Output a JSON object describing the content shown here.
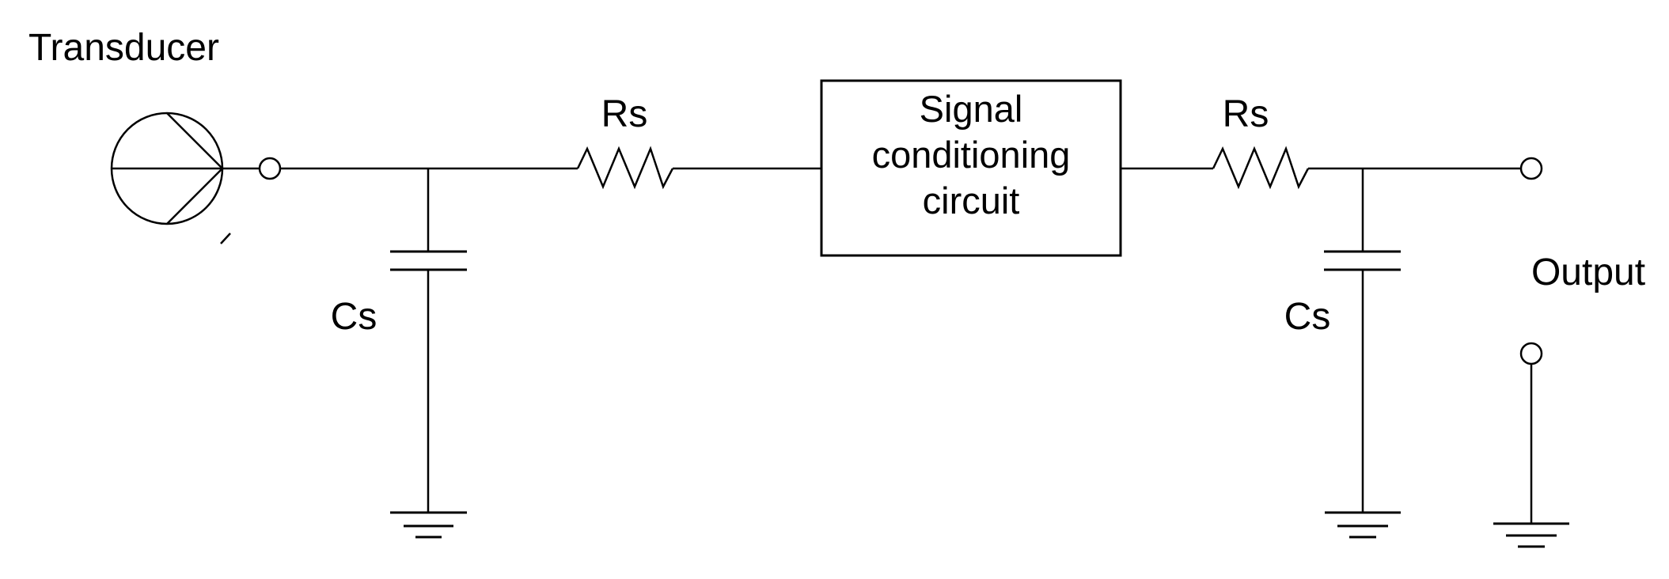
{
  "diagram": {
    "kind": "circuit-schematic",
    "colors": {
      "background": "#ffffff",
      "line": "#000000",
      "text": "#000000"
    },
    "labels": {
      "transducer": "Transducer",
      "resistor_left": "Rs",
      "resistor_right": "Rs",
      "capacitor_left": "Cs",
      "capacitor_right": "Cs",
      "output": "Output"
    },
    "signal_box": {
      "line1": "Signal",
      "line2": "conditioning",
      "line3": "circuit",
      "full_text": "Signal conditioning circuit"
    },
    "components": [
      {
        "type": "transducer-source-symbol",
        "label": "Transducer"
      },
      {
        "type": "open-terminal-node",
        "location": "transducer-output"
      },
      {
        "type": "series-resistor",
        "label": "Rs",
        "position": "before-signal-conditioning"
      },
      {
        "type": "shunt-capacitor-to-ground",
        "label": "Cs",
        "position": "before-signal-conditioning"
      },
      {
        "type": "block",
        "label": "Signal conditioning circuit"
      },
      {
        "type": "series-resistor",
        "label": "Rs",
        "position": "after-signal-conditioning"
      },
      {
        "type": "shunt-capacitor-to-ground",
        "label": "Cs",
        "position": "after-signal-conditioning"
      },
      {
        "type": "open-terminal-node",
        "location": "output-high"
      },
      {
        "type": "open-terminal-node-grounded",
        "location": "output-low",
        "label": "Output"
      },
      {
        "type": "ground-symbol",
        "count": 3
      }
    ]
  }
}
